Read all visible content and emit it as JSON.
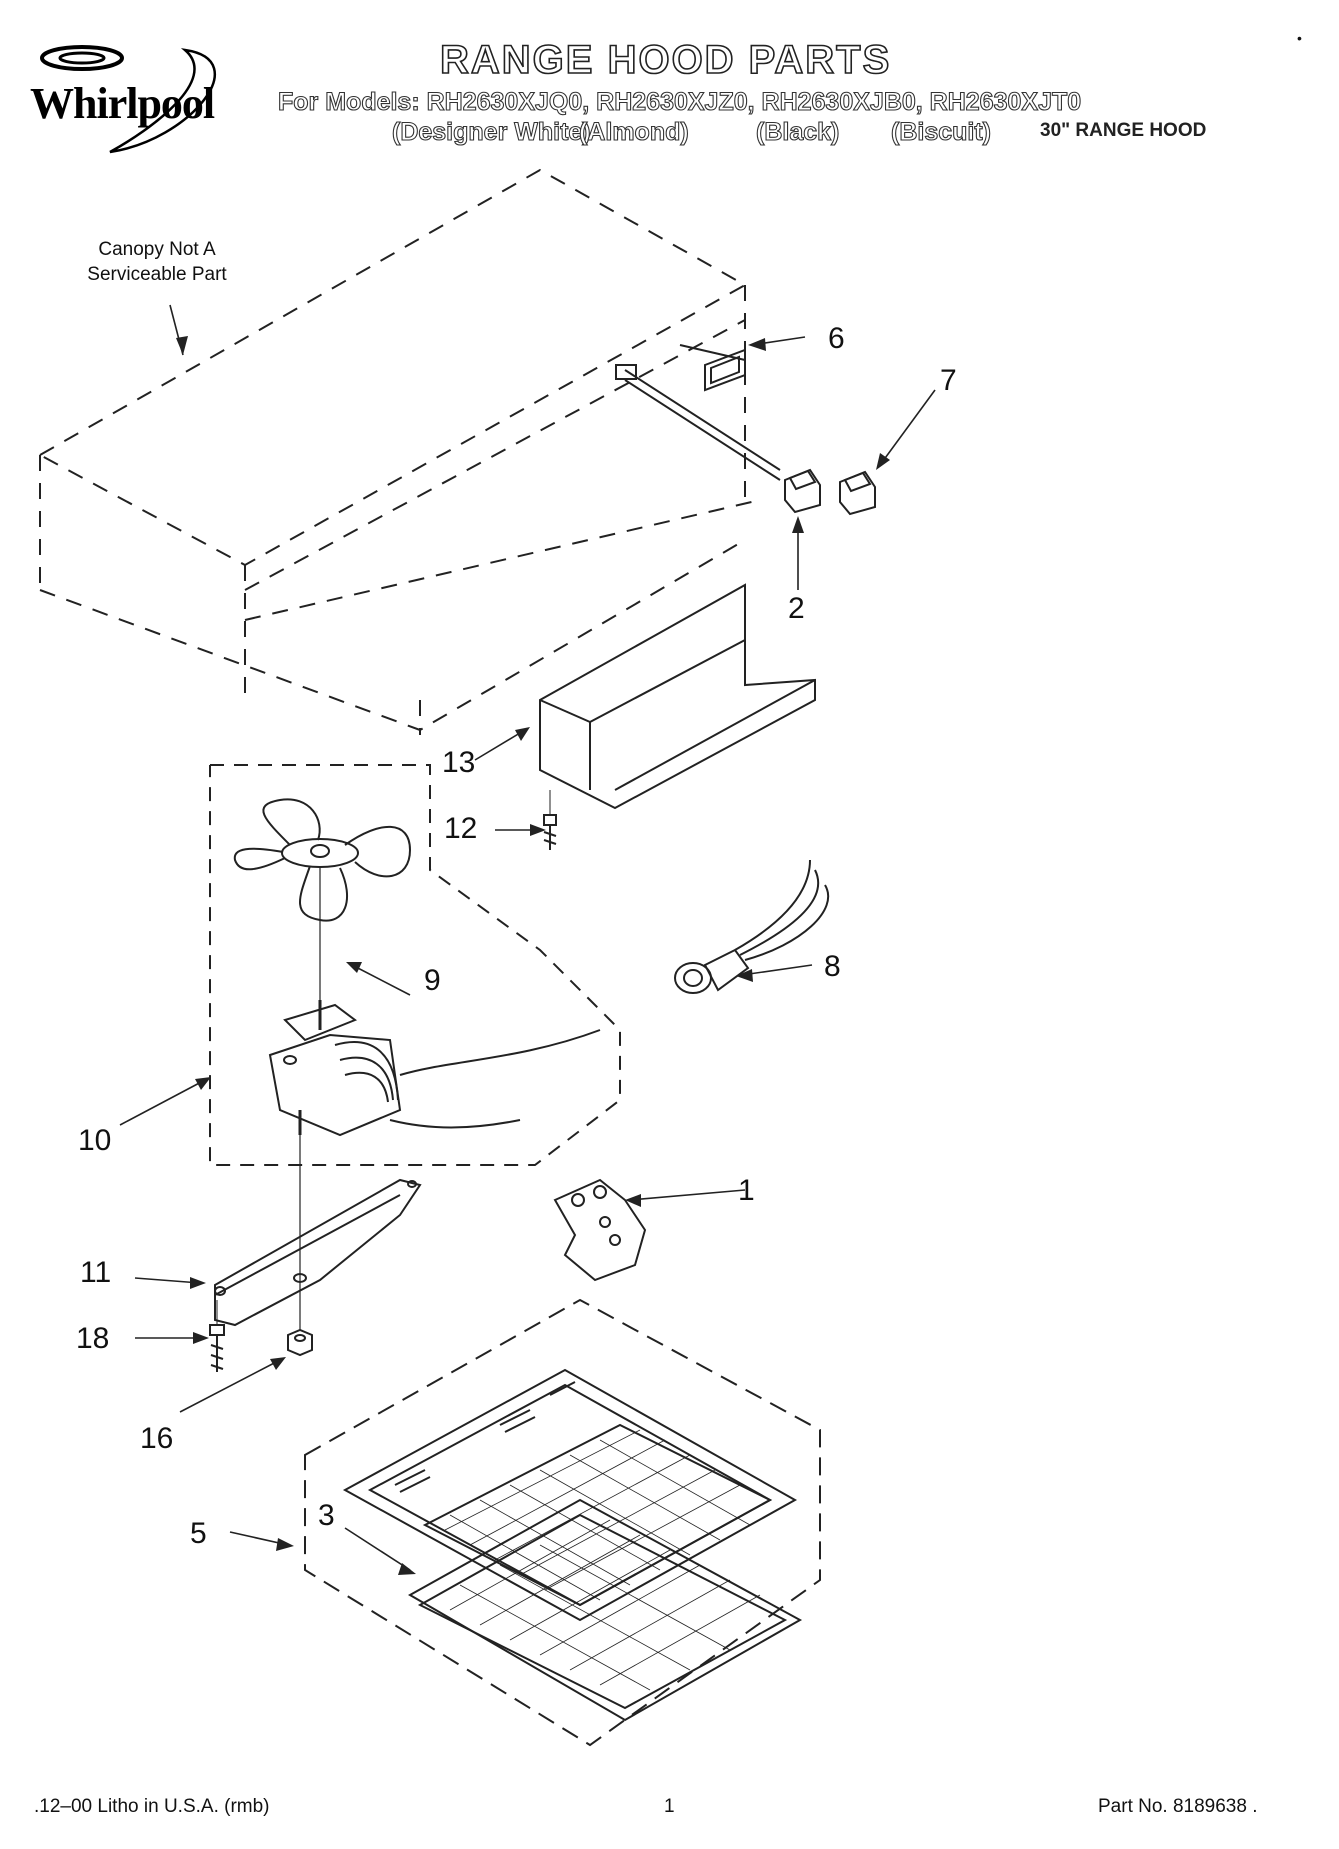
{
  "header": {
    "brand": "Whirlpool",
    "title": "RANGE HOOD PARTS",
    "models_line": "For Models: RH2630XJQ0, RH2630XJZ0, RH2630XJB0, RH2630XJT0",
    "variants": [
      "(Designer White)",
      "(Almond)",
      "(Black)",
      "(Biscuit)"
    ],
    "size": "30\" RANGE HOOD",
    "corner_mark": "•"
  },
  "diagram": {
    "note_line1": "Canopy Not A",
    "note_line2": "Serviceable Part",
    "callouts": {
      "c1": "1",
      "c2": "2",
      "c3": "3",
      "c5": "5",
      "c6": "6",
      "c7": "7",
      "c8": "8",
      "c9": "9",
      "c10": "10",
      "c11": "11",
      "c12": "12",
      "c13": "13",
      "c16": "16",
      "c18": "18"
    }
  },
  "footer": {
    "left": ".12–00 Litho in U.S.A. (rmb)",
    "page": "1",
    "right": "Part No. 8189638 ."
  }
}
